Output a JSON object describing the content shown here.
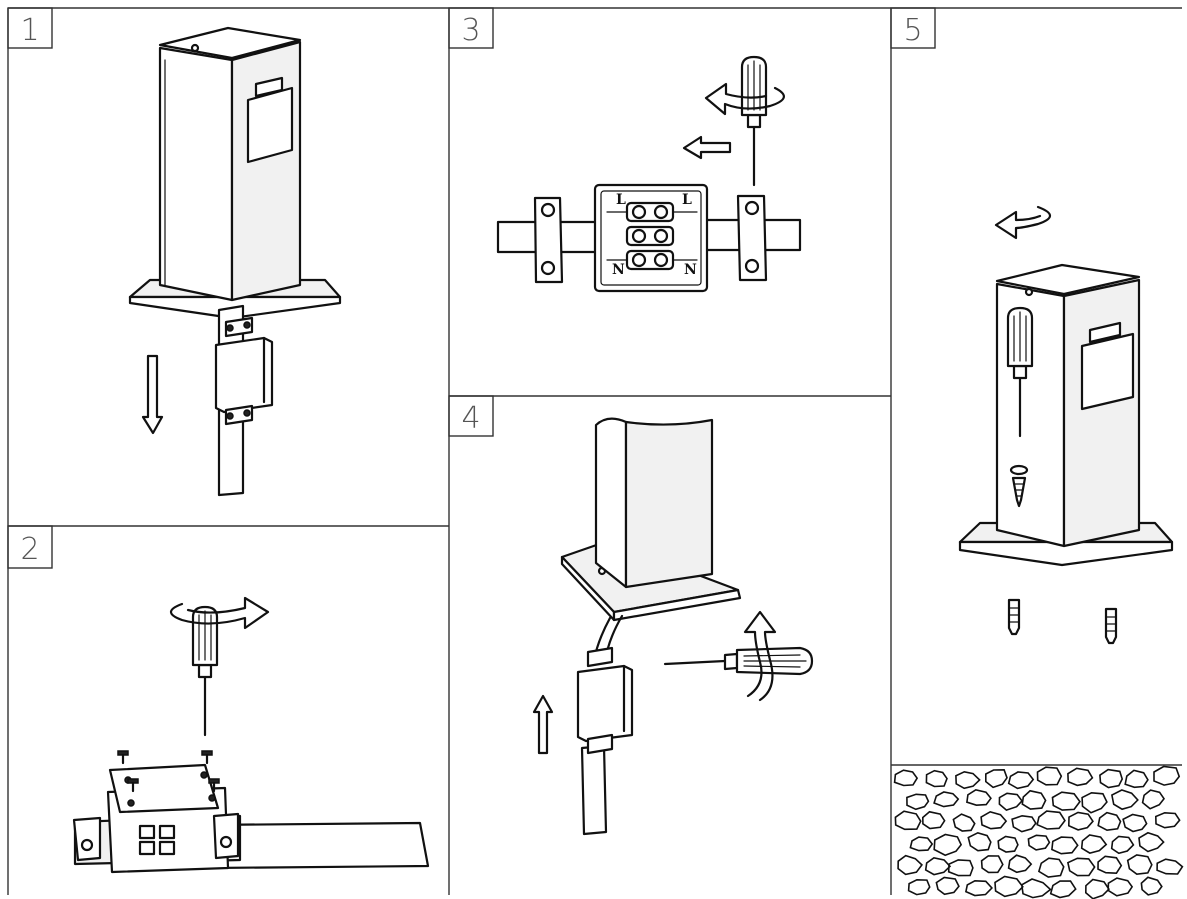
{
  "steps": [
    {
      "number": "1"
    },
    {
      "number": "2"
    },
    {
      "number": "3"
    },
    {
      "number": "4"
    },
    {
      "number": "5"
    }
  ],
  "terminal_labels": {
    "top_left": "L",
    "top_right": "L",
    "bottom_left": "N",
    "bottom_right": "N"
  },
  "colors": {
    "line": "#111111",
    "frame": "#333333",
    "background": "#ffffff"
  }
}
